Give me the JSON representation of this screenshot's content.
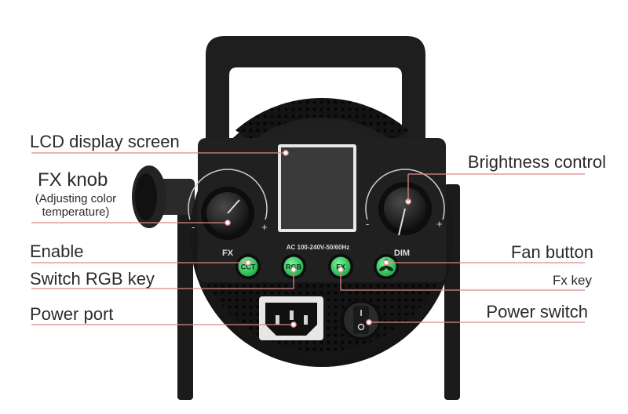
{
  "labels": {
    "lcd": "LCD display screen",
    "fx_knob": "FX knob",
    "fx_knob_sub_1": "(Adjusting color",
    "fx_knob_sub_2": "temperature)",
    "enable": "Enable",
    "switch_rgb": "Switch RGB key",
    "power_port": "Power port",
    "brightness": "Brightness control",
    "fan": "Fan button",
    "fx_key": "Fx key",
    "power_switch": "Power switch"
  },
  "panel": {
    "fx": "FX",
    "dim": "DIM",
    "spec": "AC 100-240V-50/60Hz",
    "btn_cct": "CCT",
    "btn_rgb": "RGB",
    "btn_fx": "FX",
    "minus_left": "-",
    "plus_left": "+",
    "minus_right": "-",
    "plus_right": "+"
  },
  "colors": {
    "leader": "#d88a8a",
    "button_green": "#2fd05e",
    "body": "#1c1c1c",
    "lcd": "#3a3a3a"
  },
  "icons": {
    "fan_button": "fan-icon"
  }
}
